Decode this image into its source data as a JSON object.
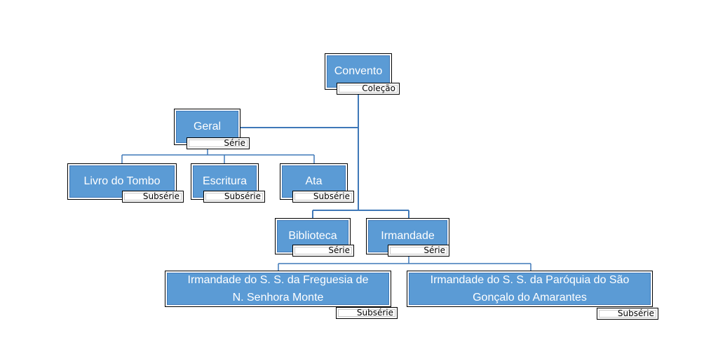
{
  "nodes": {
    "convento": {
      "title": "Convento",
      "level": "Coleção"
    },
    "geral": {
      "title": "Geral",
      "level": "Série"
    },
    "livro": {
      "title": "Livro do Tombo",
      "level": "Subsérie"
    },
    "escritura": {
      "title": "Escritura",
      "level": "Subsérie"
    },
    "ata": {
      "title": "Ata",
      "level": "Subsérie"
    },
    "biblioteca": {
      "title": "Biblioteca",
      "level": "Série"
    },
    "irmandade": {
      "title": "Irmandade",
      "level": "Série"
    },
    "irm_monte": {
      "title_line1": "Irmandade do S. S. da  Freguesia de",
      "title_line2": "N. Senhora  Monte",
      "level": "Subsérie"
    },
    "irm_amarantes": {
      "title_line1": "Irmandade do S. S. da Paróquia do  São",
      "title_line2": "Gonçalo do  Amarantes",
      "level": "Subsérie"
    }
  },
  "colors": {
    "node_fill": "#5b9bd5",
    "connector": "#3f78b8"
  }
}
